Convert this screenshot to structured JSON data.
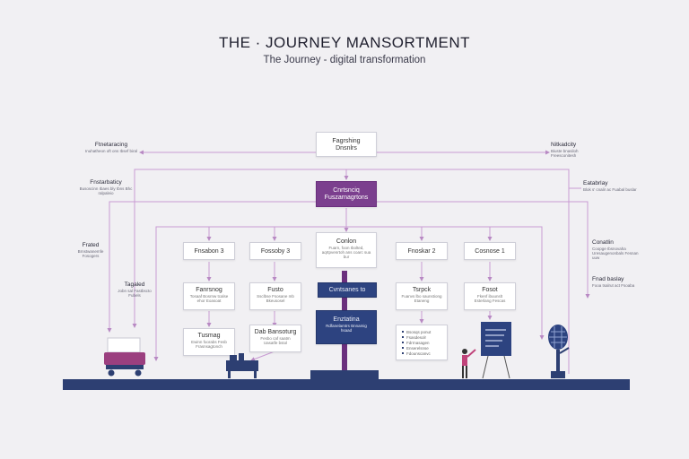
{
  "header": {
    "title": "THE · JOURNEY MANSORTMENT",
    "subtitle": "The Journey - digital transformation"
  },
  "top_box": {
    "title": "Fagrshing",
    "sub": "Dnsnlrs"
  },
  "center_purple_box": {
    "title": "Cnrtsnciq",
    "sub": "Fuszarnagrtons"
  },
  "center_info_box": {
    "title": "Conlon",
    "sub": "Fuarn, foon Ibolted, aqrtpvenrtoh ans coarc sua bur"
  },
  "center_navy_label": {
    "title": "Cvntsanes to"
  },
  "center_navy_box": {
    "title": "Enztatina",
    "sub": "Rdfanelamtrs Bnnamig hsaad"
  },
  "left_labels": [
    {
      "title": "Ftnetaracing",
      "sub": "Inuhatheon oft ons Ibsef biral"
    },
    {
      "title": "Fnstarbaticy",
      "sub": "Busoscinn Ibaes bly Ibns Bhc ralpaleio"
    },
    {
      "title": "Frated",
      "sub": "Brnstwanemfe Fosogers"
    },
    {
      "title": "Tagaled",
      "sub": "Jobn sal Fastbscto Fubels"
    }
  ],
  "right_labels": [
    {
      "title": "Nitkadcity",
      "sub": "Biuste bnasiloh Freesconitesh"
    },
    {
      "title": "Eatabrlay",
      "sub": "Blok s' cnalir ac Fuabal buslar"
    },
    {
      "title": "Conatlin",
      "sub": "Coopge Ibsnovaha Uresaugenonbals Fesnan uuw"
    },
    {
      "title": "Fnad baslay",
      "sub": "Fooa tsalrut act Fsoaba"
    }
  ],
  "left_stage1": [
    {
      "title": "Fnsabon 3",
      "sub": ""
    },
    {
      "title": "Fossoby 3",
      "sub": ""
    }
  ],
  "left_stage2": [
    {
      "title": "Fanrsnog",
      "sub": "Tosaaf Bosrnw tcalse ehor Eoasoat"
    },
    {
      "title": "Fusto",
      "sub": "Ssclbse Fsosane mb Bkeusosel"
    }
  ],
  "left_stage3": [
    {
      "title": "Tusmag",
      "sub": "Ewinn foorabs Fesb Frasnsagtonch"
    },
    {
      "title": "Dab Bansoturg",
      "sub": "Fesbo caf saatm Uasatfe bstol"
    }
  ],
  "right_stage1": [
    {
      "title": "Fnoskar 2",
      "sub": ""
    },
    {
      "title": "Cosnose 1",
      "sub": ""
    }
  ],
  "right_stage2": [
    {
      "title": "Tsrpck",
      "sub": "Fuanvs lbo saunstiong Etaneng"
    },
    {
      "title": "Fosot",
      "sub": "Fkenf ibuunslt Esterlang Fescas"
    }
  ],
  "right_list": [
    "Bsosqs ponut",
    "Fsasdesolr",
    "Fdrrnasagen",
    "Enserelsnse",
    "Fdounscanvc"
  ],
  "colors": {
    "purple": "#7b3f8e",
    "navy": "#2d4380",
    "floor": "#2d3f72",
    "wire": "#b889c3"
  }
}
